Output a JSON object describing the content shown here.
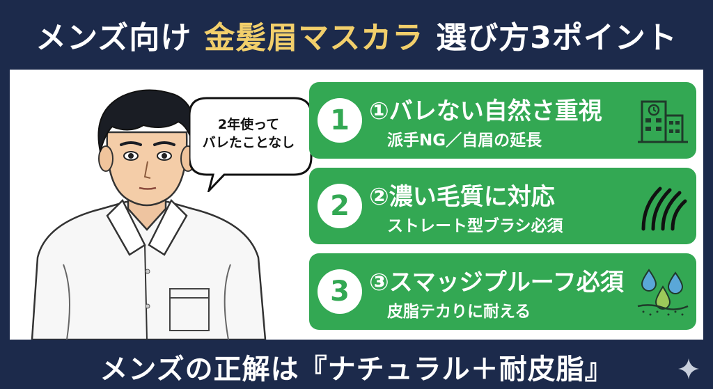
{
  "header": {
    "title_before": "メンズ向け",
    "title_highlight": "金髪眉マスカラ",
    "title_after": "選び方3ポイント",
    "highlight_color": "#f2cf6b",
    "background_color": "#1c2a4b"
  },
  "speech_bubble": {
    "line1": "2年使って",
    "line2": "バレたことなし"
  },
  "points": [
    {
      "number": "1",
      "title": "①バレない自然さ重視",
      "subtitle": "派手NG／自眉の延長",
      "icon": "building-icon"
    },
    {
      "number": "2",
      "title": "②濃い毛質に対応",
      "subtitle": "ストレート型ブラシ必須",
      "icon": "hair-strands-icon"
    },
    {
      "number": "3",
      "title": "③スマッジプルーフ必須",
      "subtitle": "皮脂テカりに耐える",
      "icon": "oil-drops-icon"
    }
  ],
  "card_color": "#33a853",
  "footer": {
    "text": "メンズの正解は『ナチュラル＋耐皮脂』",
    "icon": "sparkle-icon"
  }
}
